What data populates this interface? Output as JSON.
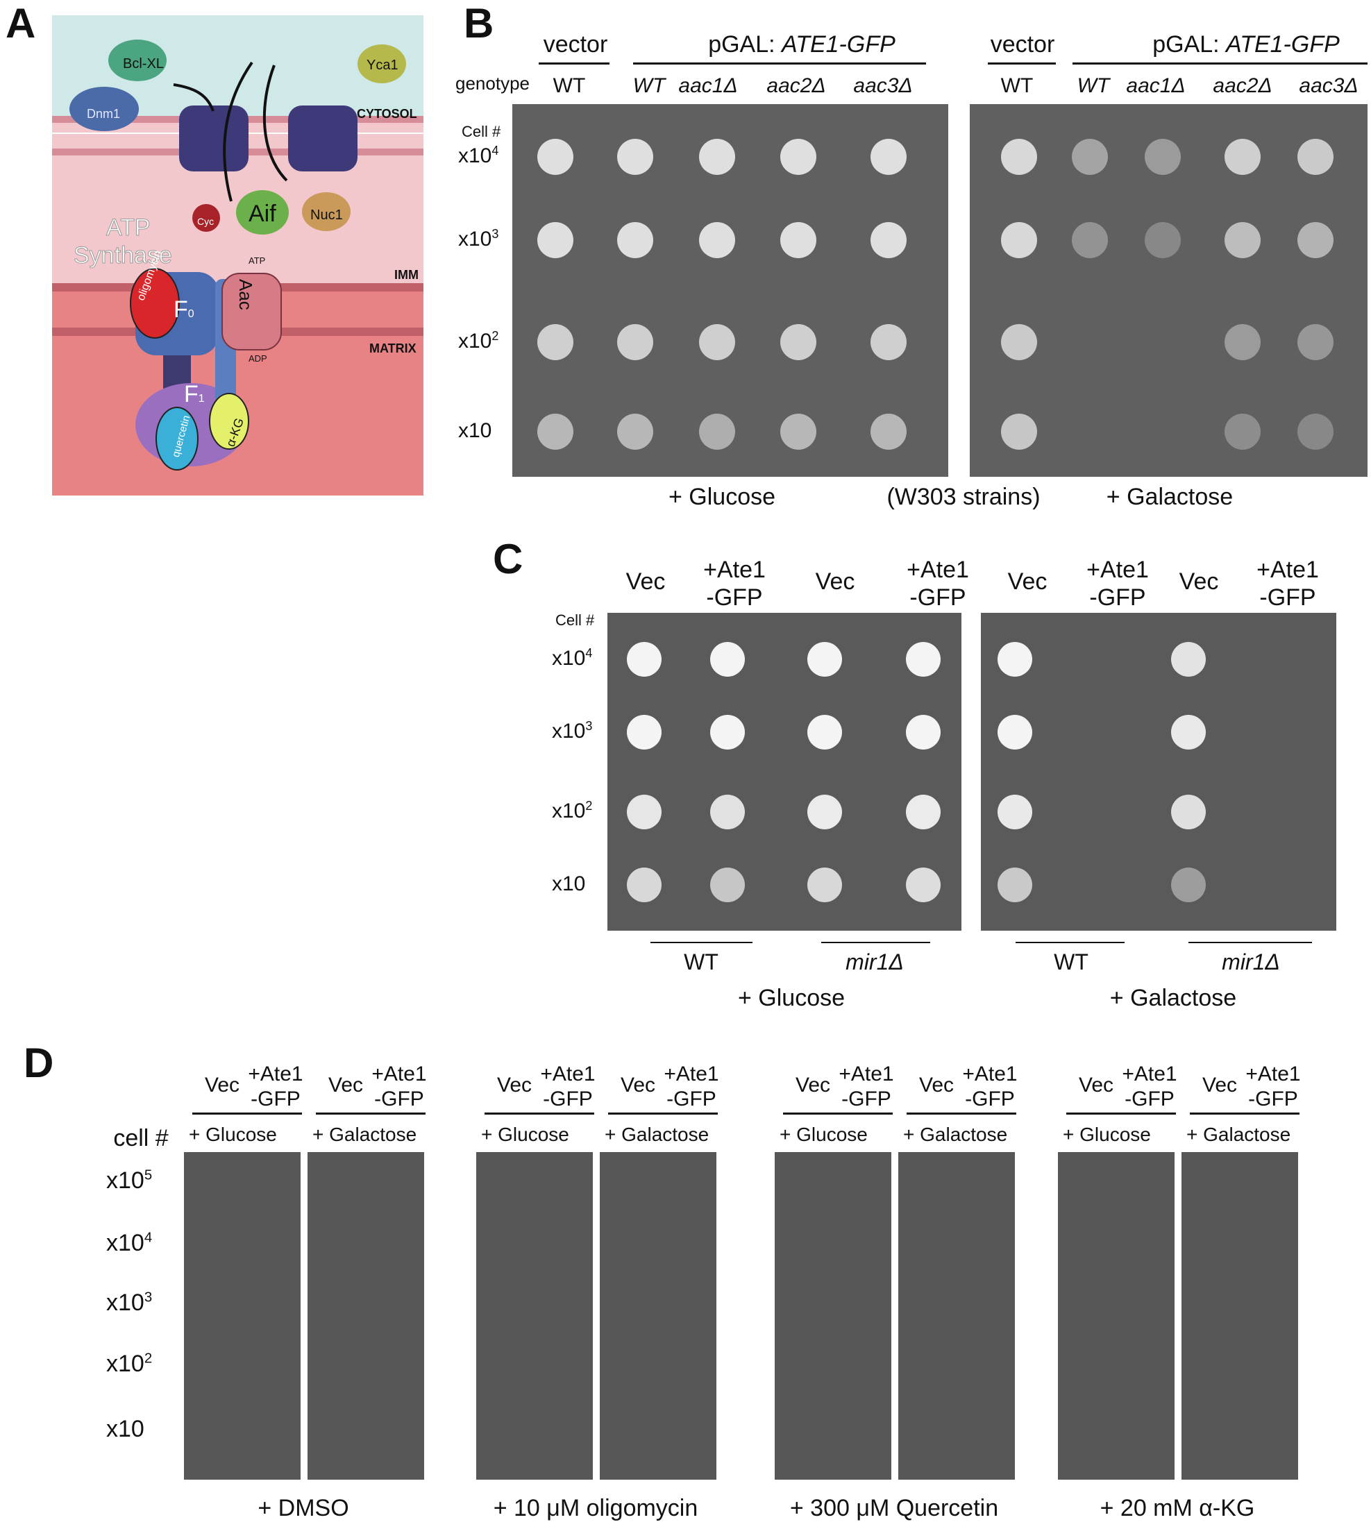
{
  "panels": {
    "A": "A",
    "B": "B",
    "C": "C",
    "D": "D"
  },
  "panel_a": {
    "labels": {
      "bclxl": "Bcl-XL",
      "yca1": "Yca1",
      "dnm1": "Dnm1",
      "cytosol": "CYTOSOL",
      "cyc": "Cyc",
      "aif": "Aif",
      "nuc1": "Nuc1",
      "atp_synthase_1": "ATP",
      "atp_synthase_2": "Synthase",
      "atp": "ATP",
      "adp": "ADP",
      "imm": "IMM",
      "matrix": "MATRIX",
      "oligomycin": "oligomycin",
      "aac": "Aac",
      "f0": "F",
      "f0_sub": "0",
      "f1": "F",
      "f1_sub": "1",
      "quercetin": "quercetin",
      "akg": "α-KG"
    },
    "colors": {
      "cytosol_bg": "#cfe8e8",
      "ims_bg": "#f2c6cc",
      "matrix_bg": "#e98587",
      "porin": "#3e3a7a"
    }
  },
  "panel_b": {
    "header_vector": "vector",
    "header_pgal": "pGAL: ",
    "header_pgal_gene": "ATE1-GFP",
    "genotype_label": "genotype",
    "genotypes": [
      "WT",
      "WT",
      "aac1Δ",
      "aac2Δ",
      "aac3Δ"
    ],
    "cell_label": "Cell #",
    "dilutions": [
      "x10",
      "x10",
      "x10",
      "x10"
    ],
    "dilution_exp": [
      "4",
      "3",
      "2",
      ""
    ],
    "glucose": "+ Glucose",
    "strains": "(W303 strains)",
    "galactose": "+ Galactose"
  },
  "panel_c": {
    "headers": [
      "Vec",
      "+Ate1\n-GFP",
      "Vec",
      "+Ate1\n-GFP"
    ],
    "h_vec": "Vec",
    "h_ate1": "+Ate1",
    "h_gfp": "-GFP",
    "cell_label": "Cell #",
    "dilutions": [
      "x10",
      "x10",
      "x10",
      "x10"
    ],
    "dilution_exp": [
      "4",
      "3",
      "2",
      ""
    ],
    "wt": "WT",
    "mir1": "mir1Δ",
    "glucose": "+ Glucose",
    "galactose": "+ Galactose"
  },
  "panel_d": {
    "h_vec": "Vec",
    "h_ate1": "+Ate1",
    "h_gfp": "-GFP",
    "cell_label": "cell #",
    "dilutions": [
      "x10",
      "x10",
      "x10",
      "x10",
      "x10"
    ],
    "dilution_exp": [
      "5",
      "4",
      "3",
      "2",
      ""
    ],
    "glucose": "+ Glucose",
    "galactose": "+ Galactose",
    "treatments": [
      "+ DMSO",
      "+ 10 μM oligomycin",
      "+ 300 μM Quercetin",
      "+ 20 mM α-KG"
    ]
  }
}
